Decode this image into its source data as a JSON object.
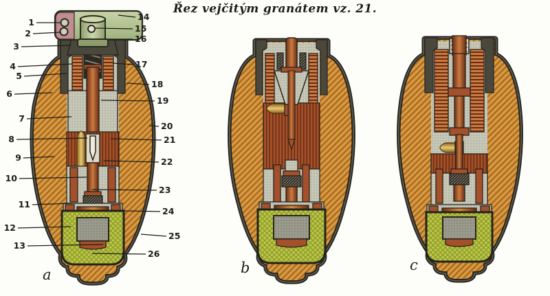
{
  "title": "Řez vejčitým granátem vz. 21.",
  "letters": [
    "a",
    "b",
    "c"
  ],
  "callouts": {
    "left": [
      "1",
      "2",
      "3",
      "4",
      "5",
      "6",
      "7",
      "8",
      "9",
      "10",
      "11",
      "12",
      "13"
    ],
    "right": [
      "14",
      "15",
      "16",
      "17",
      "18",
      "19",
      "20",
      "21",
      "22",
      "23",
      "24",
      "25",
      "26"
    ]
  },
  "colors": {
    "background": "#fdfdfa",
    "ink": "#1c1c18",
    "outline": "#23221c",
    "casing": "#5d5a4e",
    "casing_dark": "#4a483c",
    "body": "#d99a44",
    "body_hatch": "#a96a1e",
    "copper": "#a4512b",
    "copper_dark": "#6b2d12",
    "copper_light": "#c97b42",
    "brass_dark": "#8a6418",
    "brass_light": "#e8c878",
    "glow_mid": "#d98a3a",
    "filler_green": "#bcc74b",
    "filler_hatch": "#8a9724",
    "metal_grey": "#c7c7b8",
    "metal_dot": "#9c9c8e",
    "metal_dark": "#9b9b8d",
    "metal_dark_dot": "#6f6f63",
    "spring_black": "#2e2a22",
    "spring_light": "#8a8878",
    "lever_light": "#c6d2a6",
    "lever_mid": "#9fb37e",
    "lever_hi": "#cdd8ad",
    "lever_dark": "#8d9c6c",
    "panel_pink": "#c08d90",
    "rivet_grey": "#cfcfc0",
    "pin_white": "#efeadb",
    "pin_bg": "#ddd8c8"
  }
}
